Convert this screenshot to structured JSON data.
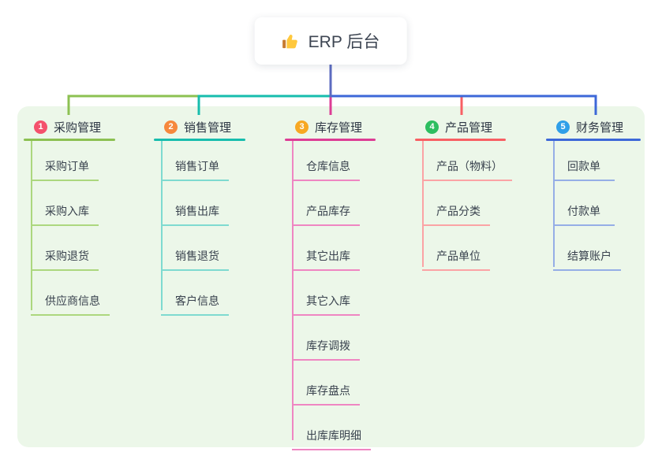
{
  "root": {
    "label": "ERP 后台",
    "icon": "thumbs-up"
  },
  "colors": {
    "panel": "#ECF7E9",
    "root_line": "#5C6BC0",
    "root_text": "#3D4552"
  },
  "branches": [
    {
      "badge": "1",
      "label": "采购管理",
      "badge_color": "#F4516C",
      "color": "#8CC152",
      "light_color": "#ACD77E",
      "children": [
        "采购订单",
        "采购入库",
        "采购退货",
        "供应商信息"
      ]
    },
    {
      "badge": "2",
      "label": "销售管理",
      "badge_color": "#F6883D",
      "color": "#17BDAD",
      "light_color": "#7EDAD0",
      "children": [
        "销售订单",
        "销售出库",
        "销售退货",
        "客户信息"
      ]
    },
    {
      "badge": "3",
      "label": "库存管理",
      "badge_color": "#F7A823",
      "color": "#DD3D95",
      "light_color": "#EF86C2",
      "children": [
        "仓库信息",
        "产品库存",
        "其它出库",
        "其它入库",
        "库存调拨",
        "库存盘点",
        "出库库明细"
      ]
    },
    {
      "badge": "4",
      "label": "产品管理",
      "badge_color": "#2DBE60",
      "color": "#F85F63",
      "light_color": "#FBA3A5",
      "children": [
        "产品（物料）",
        "产品分类",
        "产品单位"
      ]
    },
    {
      "badge": "5",
      "label": "财务管理",
      "badge_color": "#2F9FE8",
      "color": "#3D68D8",
      "light_color": "#95AEE6",
      "children": [
        "回款单",
        "付款单",
        "结算账户"
      ]
    }
  ]
}
